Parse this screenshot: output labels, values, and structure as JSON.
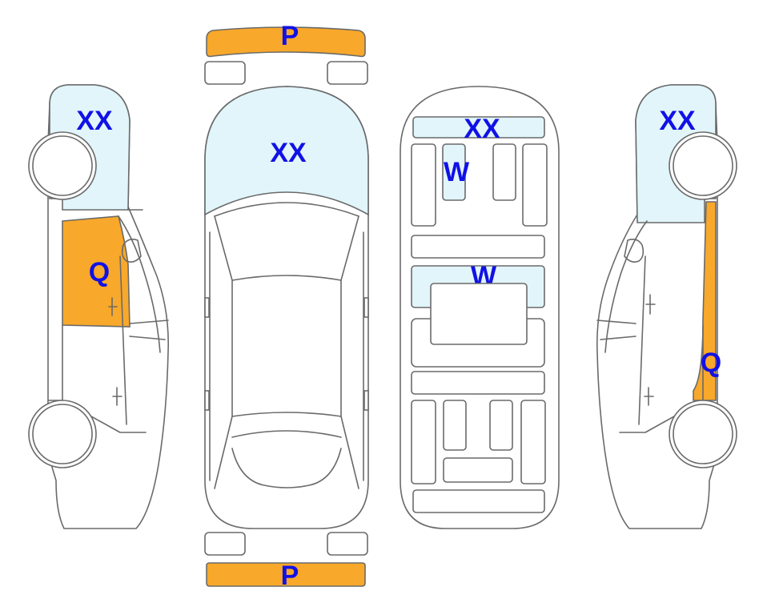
{
  "colors": {
    "damage_major": "#f8a82a",
    "damage_minor": "#e1f5fb",
    "outline": "#6a6a6a",
    "label_text": "#1111e6",
    "background": "#ffffff"
  },
  "labels": {
    "front_bumper": "P",
    "rear_bumper": "P",
    "left_side_front": "XX",
    "left_side_door": "Q",
    "top_hood": "XX",
    "under_front": "XX",
    "under_upper_panel": "W",
    "under_middle_panel": "W",
    "right_side_front": "XX",
    "right_side_sill": "Q"
  }
}
